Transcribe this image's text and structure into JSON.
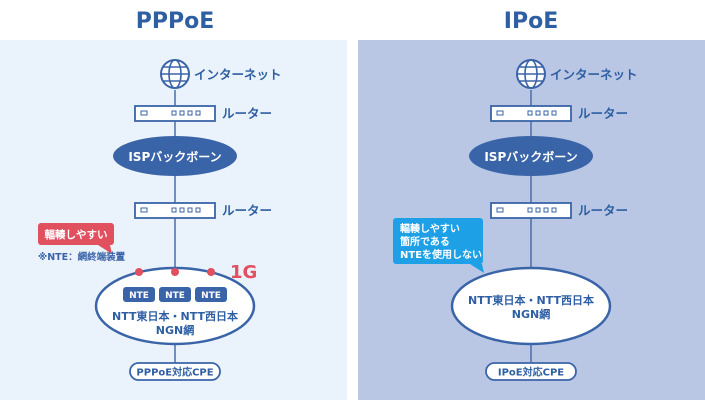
{
  "left": {
    "title": "PPPoE",
    "internet_label": "インターネット",
    "router_label_top": "ルーター",
    "isp_backbone": "ISPバックボーン",
    "router_label_bottom": "ルーター",
    "callout_text": "輻輳しやすい",
    "nte_note": "※NTE：網終端装置",
    "nte_labels": [
      "NTE",
      "NTE",
      "NTE"
    ],
    "bandwidth_label": "1G",
    "ngn_line1": "NTT東日本・NTT西日本",
    "ngn_line2": "NGN網",
    "cpe_label": "PPPoE対応CPE"
  },
  "right": {
    "title": "IPoE",
    "internet_label": "インターネット",
    "router_label_top": "ルーター",
    "isp_backbone": "ISPバックボーン",
    "router_label_bottom": "ルーター",
    "callout_lines": [
      "輻輳しやすい",
      "箇所である",
      "NTEを使用しない"
    ],
    "ngn_line1": "NTT東日本・NTT西日本",
    "ngn_line2": "NGN網",
    "cpe_label": "IPoE対応CPE"
  },
  "colors": {
    "title": "#2e5fa3",
    "left_panel": "#eaf2fb",
    "right_panel": "#b9c7e5",
    "navy": "#3a64a8",
    "line": "#4a6fa8",
    "red": "#e0505e",
    "light_blue": "#1ea0e6"
  }
}
